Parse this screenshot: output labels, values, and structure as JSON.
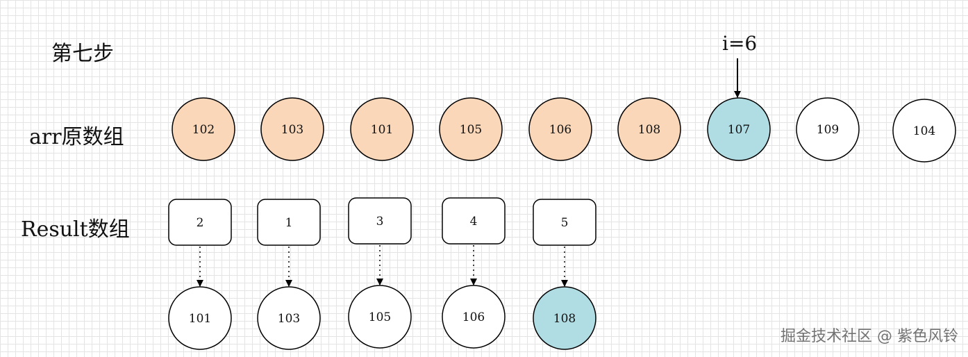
{
  "title": "第七步",
  "row_labels": {
    "arr": "arr原数组",
    "result": "Result数组"
  },
  "pointer": {
    "label": "i=6",
    "target_index": 6
  },
  "arr": [
    {
      "value": "102",
      "state": "processed"
    },
    {
      "value": "103",
      "state": "processed"
    },
    {
      "value": "101",
      "state": "processed"
    },
    {
      "value": "105",
      "state": "processed"
    },
    {
      "value": "106",
      "state": "processed"
    },
    {
      "value": "108",
      "state": "processed"
    },
    {
      "value": "107",
      "state": "current"
    },
    {
      "value": "109",
      "state": "pending"
    },
    {
      "value": "104",
      "state": "pending"
    }
  ],
  "result": [
    {
      "index": "2",
      "value": "101",
      "state": "normal"
    },
    {
      "index": "1",
      "value": "103",
      "state": "normal"
    },
    {
      "index": "3",
      "value": "105",
      "state": "normal"
    },
    {
      "index": "4",
      "value": "106",
      "state": "normal"
    },
    {
      "index": "5",
      "value": "108",
      "state": "highlight"
    }
  ],
  "colors": {
    "processed": "#fad7b8",
    "current": "#b0dde4",
    "pending": "#ffffff",
    "highlight": "#b0dde4",
    "normal": "#ffffff",
    "stroke": "#000000"
  },
  "watermark": "掘金技术社区 @ 紫色风铃"
}
